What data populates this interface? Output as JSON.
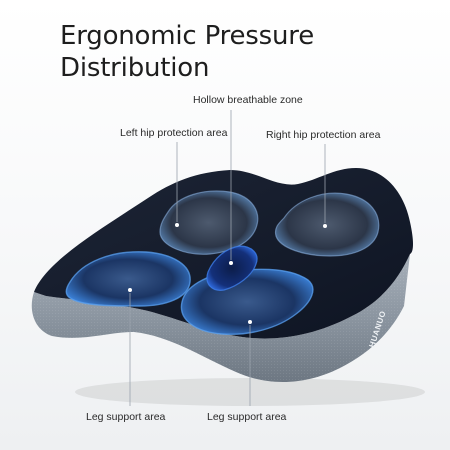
{
  "title": {
    "line1": "Ergonomic Pressure",
    "line2": "Distribution"
  },
  "labels": {
    "hollow": "Hollow breathable zone",
    "left_hip": "Left hip protection area",
    "right_hip": "Right hip protection area",
    "leg_left": "Leg support area",
    "leg_right": "Leg support area"
  },
  "product": {
    "brand": "HUANUO"
  },
  "colors": {
    "cushion_top": "#141b2b",
    "cushion_side": "#8e98a3",
    "zone_glow": "#3d7fd6",
    "center_zone": "#1f57c8"
  }
}
